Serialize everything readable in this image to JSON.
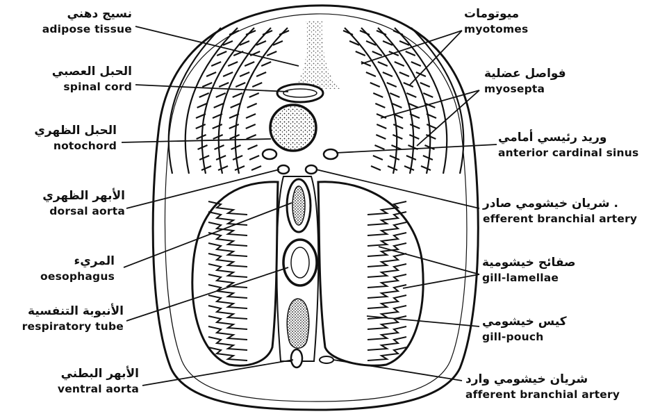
{
  "labels": {
    "adipose_tissue": {
      "ar": "نسيج دهني",
      "en": "adipose tissue"
    },
    "spinal_cord": {
      "ar": "الحبل العصبي",
      "en": "spinal cord"
    },
    "notochord": {
      "ar": "الحبل الظهري",
      "en": "notochord"
    },
    "dorsal_aorta": {
      "ar": "الأبهر الظهري",
      "en": "dorsal aorta"
    },
    "oesophagus": {
      "ar": "المريء",
      "en": "oesophagus"
    },
    "respiratory_tube": {
      "ar": "الأنبوبة التنفسية",
      "en": "respiratory tube"
    },
    "ventral_aorta": {
      "ar": "الأبهر البطني",
      "en": "ventral aorta"
    },
    "myotomes": {
      "ar": "ميوتومات",
      "en": "myotomes"
    },
    "myosepta": {
      "ar": "فواصل عضلية",
      "en": "myosepta"
    },
    "anterior_cardinal_sinus": {
      "ar": "وريد رئيسي أمامي",
      "en": "anterior cardinal sinus"
    },
    "efferent_branchial_artery": {
      "ar": ". شريان خيشومي صادر",
      "en": "efferent branchial artery"
    },
    "gill_lamellae": {
      "ar": "صفائح خيشومية",
      "en": "gill-lamellae"
    },
    "gill_pouch": {
      "ar": "كيس خيشومي",
      "en": "gill-pouch"
    },
    "afferent_branchial_artery": {
      "ar": "شريان خيشومي وارد",
      "en": "afferent branchial artery"
    }
  }
}
